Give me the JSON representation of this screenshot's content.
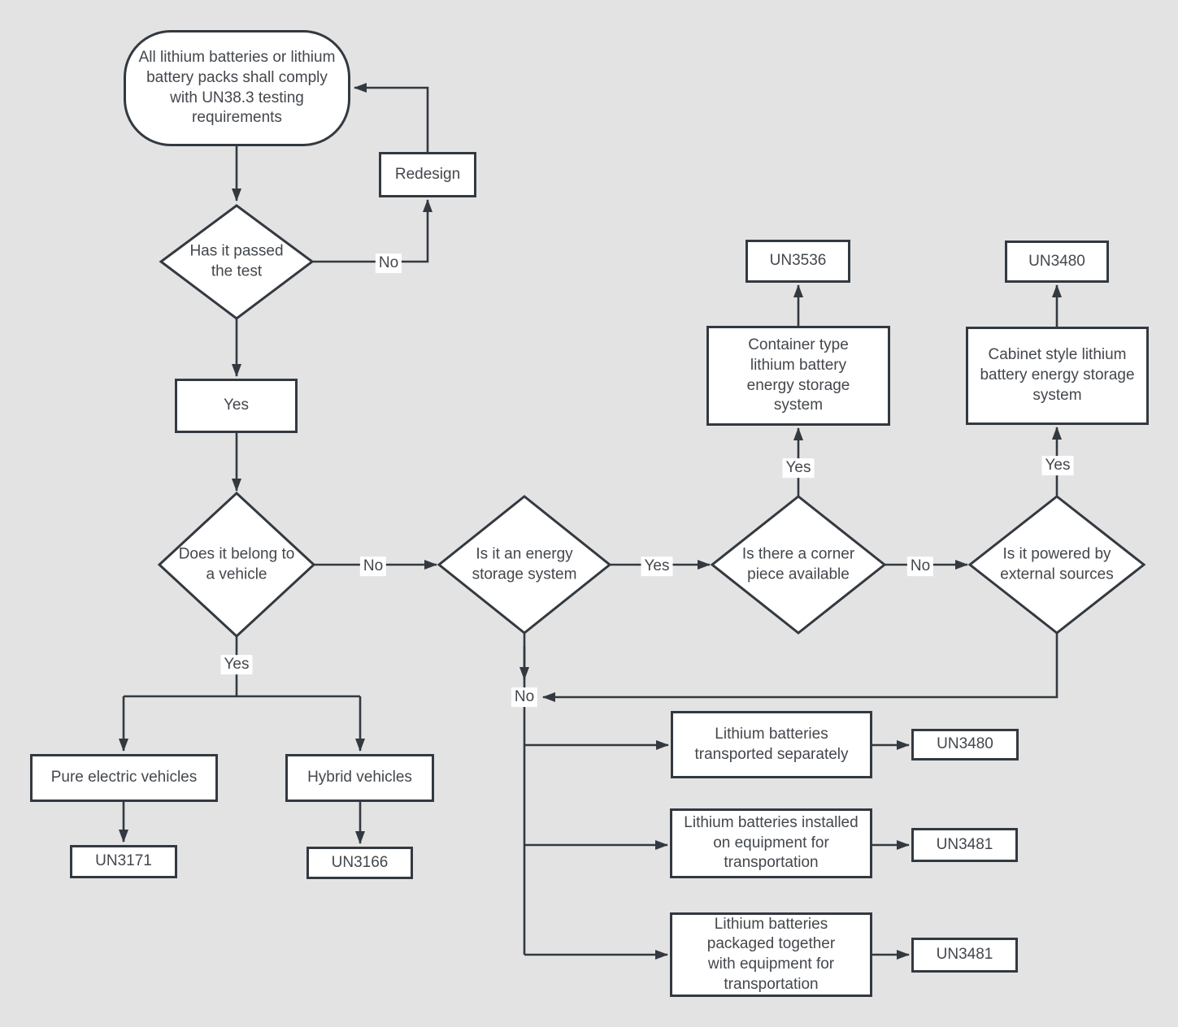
{
  "canvas": {
    "background_color": "#e3e3e3",
    "line_color": "#333940",
    "node_fill_color": "#ffffff",
    "text_color": "#43474c"
  },
  "nodes": {
    "start": {
      "label": "All lithium batteries or lithium battery packs shall comply with UN38.3 testing requirements"
    },
    "redesign": {
      "label": "Redesign"
    },
    "passed_test": {
      "label": "Has it passed the test"
    },
    "yes_box": {
      "label": "Yes"
    },
    "belongs_vehicle": {
      "label": "Does it belong to a vehicle"
    },
    "energy_storage": {
      "label": "Is it an energy storage system"
    },
    "corner_piece": {
      "label": "Is there a corner piece available"
    },
    "external_power": {
      "label": "Is it powered by external sources"
    },
    "un3536": {
      "label": "UN3536"
    },
    "container_type": {
      "label": "Container type lithium battery energy storage system"
    },
    "un3480_cabinet": {
      "label": "UN3480"
    },
    "cabinet_style": {
      "label": "Cabinet style lithium battery energy storage system"
    },
    "pure_electric": {
      "label": "Pure electric vehicles"
    },
    "un3171": {
      "label": "UN3171"
    },
    "hybrid": {
      "label": "Hybrid vehicles"
    },
    "un3166": {
      "label": "UN3166"
    },
    "transported_separately": {
      "label": "Lithium batteries transported separately"
    },
    "un3480_separate": {
      "label": "UN3480"
    },
    "installed_equipment": {
      "label": "Lithium batteries installed on equipment for transportation"
    },
    "un3481_installed": {
      "label": "UN3481"
    },
    "packaged_equipment": {
      "label": "Lithium batteries packaged together with equipment for transportation"
    },
    "un3481_packaged": {
      "label": "UN3481"
    }
  },
  "edge_labels": {
    "test_no": "No",
    "vehicle_yes": "Yes",
    "vehicle_no": "No",
    "storage_yes": "Yes",
    "storage_no": "No",
    "corner_yes": "Yes",
    "corner_no": "No",
    "external_yes": "Yes"
  }
}
